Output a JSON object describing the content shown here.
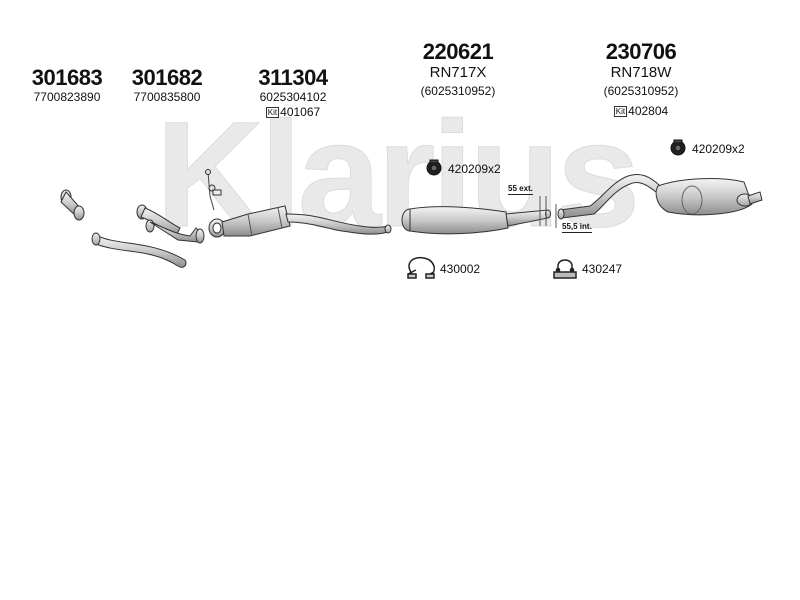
{
  "brand": "Klarius",
  "parts": [
    {
      "id": "p1",
      "number": "301683",
      "oem": "7700823890"
    },
    {
      "id": "p2",
      "number": "301682",
      "oem": "7700835800"
    },
    {
      "id": "p3",
      "number": "311304",
      "oem": "6025304102",
      "kit_label": "Kit",
      "kit_number": "401067"
    },
    {
      "id": "p4",
      "number": "220621",
      "oem": "RN717X",
      "oem2": "(6025310952)"
    },
    {
      "id": "p5",
      "number": "230706",
      "oem": "RN718W",
      "oem2": "(6025310952)",
      "kit_label": "Kit",
      "kit_number": "402804"
    }
  ],
  "accessories": [
    {
      "id": "a1",
      "label": "420209x2",
      "icon": "rubber-mount-icon"
    },
    {
      "id": "a2",
      "label": "420209x2",
      "icon": "rubber-mount-icon"
    },
    {
      "id": "a3",
      "label": "430002",
      "icon": "pipe-clamp-icon"
    },
    {
      "id": "a4",
      "label": "430247",
      "icon": "u-bolt-clamp-icon"
    }
  ],
  "dimensions": [
    {
      "id": "d1",
      "label": "55 ext."
    },
    {
      "id": "d2",
      "label": "55,5 int."
    }
  ]
}
